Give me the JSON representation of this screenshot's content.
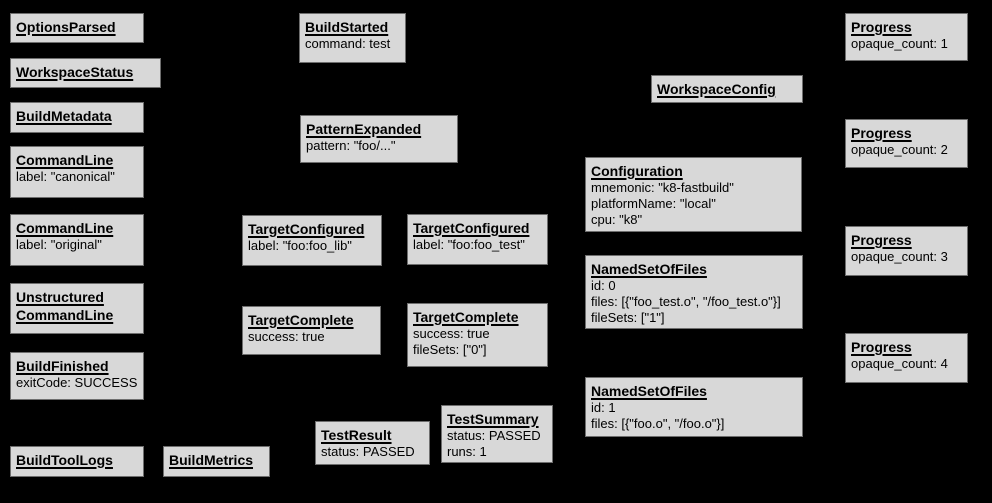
{
  "diagram": {
    "colors": {
      "background": "#000000",
      "node_fill": "#d8d8d8",
      "node_border": "#6e6e6e",
      "node_text": "#000000"
    },
    "nodes": [
      {
        "title": [
          "OptionsParsed"
        ],
        "details": []
      },
      {
        "title": [
          "WorkspaceStatus"
        ],
        "details": []
      },
      {
        "title": [
          "BuildMetadata"
        ],
        "details": []
      },
      {
        "title": [
          "CommandLine"
        ],
        "details": [
          "label: \"canonical\""
        ]
      },
      {
        "title": [
          "CommandLine"
        ],
        "details": [
          "label: \"original\""
        ]
      },
      {
        "title": [
          "Unstructured",
          "CommandLine"
        ],
        "details": []
      },
      {
        "title": [
          "BuildFinished"
        ],
        "details": [
          "exitCode: SUCCESS"
        ]
      },
      {
        "title": [
          "BuildToolLogs"
        ],
        "details": []
      },
      {
        "title": [
          "BuildMetrics"
        ],
        "details": []
      },
      {
        "title": [
          "BuildStarted"
        ],
        "details": [
          "command: test"
        ]
      },
      {
        "title": [
          "PatternExpanded"
        ],
        "details": [
          "pattern: \"foo/...\""
        ]
      },
      {
        "title": [
          "TargetConfigured"
        ],
        "details": [
          "label: \"foo:foo_lib\""
        ]
      },
      {
        "title": [
          "TargetConfigured"
        ],
        "details": [
          "label: \"foo:foo_test\""
        ]
      },
      {
        "title": [
          "TargetComplete"
        ],
        "details": [
          "success: true"
        ]
      },
      {
        "title": [
          "TargetComplete"
        ],
        "details": [
          "success: true",
          "fileSets: [\"0\"]"
        ]
      },
      {
        "title": [
          "TestResult"
        ],
        "details": [
          "status: PASSED"
        ]
      },
      {
        "title": [
          "TestSummary"
        ],
        "details": [
          "status: PASSED",
          "runs: 1"
        ]
      },
      {
        "title": [
          "WorkspaceConfig"
        ],
        "details": []
      },
      {
        "title": [
          "Configuration"
        ],
        "details": [
          "mnemonic: \"k8-fastbuild\"",
          "platformName: \"local\"",
          "cpu: \"k8\""
        ]
      },
      {
        "title": [
          "NamedSetOfFiles"
        ],
        "details": [
          "id: 0",
          "files: [{\"foo_test.o\", \"/foo_test.o\"}]",
          "fileSets: [\"1\"]"
        ]
      },
      {
        "title": [
          "NamedSetOfFiles"
        ],
        "details": [
          "id: 1",
          "files: [{\"foo.o\", \"/foo.o\"}]"
        ]
      },
      {
        "title": [
          "Progress"
        ],
        "details": [
          "opaque_count: 1"
        ]
      },
      {
        "title": [
          "Progress"
        ],
        "details": [
          "opaque_count: 2"
        ]
      },
      {
        "title": [
          "Progress"
        ],
        "details": [
          "opaque_count: 3"
        ]
      },
      {
        "title": [
          "Progress"
        ],
        "details": [
          "opaque_count: 4"
        ]
      }
    ]
  }
}
